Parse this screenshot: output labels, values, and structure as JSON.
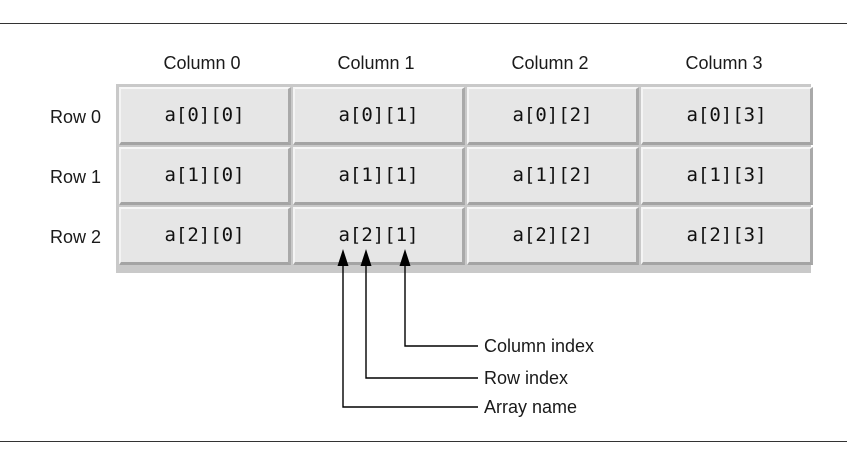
{
  "columns": [
    "Column 0",
    "Column 1",
    "Column 2",
    "Column 3"
  ],
  "rows": [
    {
      "label": "Row 0",
      "cells": [
        "a[0][0]",
        "a[0][1]",
        "a[0][2]",
        "a[0][3]"
      ]
    },
    {
      "label": "Row 1",
      "cells": [
        "a[1][0]",
        "a[1][1]",
        "a[1][2]",
        "a[1][3]"
      ]
    },
    {
      "label": "Row 2",
      "cells": [
        "a[2][0]",
        "a[2][1]",
        "a[2][2]",
        "a[2][3]"
      ]
    }
  ],
  "annotations": {
    "column_index": "Column index",
    "row_index": "Row index",
    "array_name": "Array name"
  },
  "colors": {
    "cell": "#e6e6e6",
    "line": "#000000"
  }
}
